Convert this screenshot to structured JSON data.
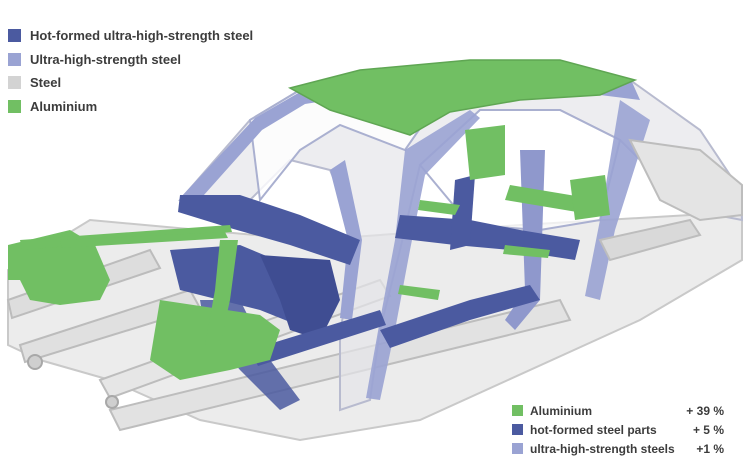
{
  "colors": {
    "hot_formed": "#4b5aa0",
    "ultra_high": "#9aa3d3",
    "steel": "#d3d3d3",
    "aluminium": "#71bf63"
  },
  "legend": {
    "items": [
      {
        "label": "Hot-formed ultra-high-strength steel",
        "color": "#4b5aa0"
      },
      {
        "label": "Ultra-high-strength steel",
        "color": "#9aa3d3"
      },
      {
        "label": "Steel",
        "color": "#d3d3d3"
      },
      {
        "label": "Aluminium",
        "color": "#71bf63"
      }
    ]
  },
  "stats": {
    "rows": [
      {
        "label": "Aluminium",
        "value": "+ 39 %",
        "color": "#71bf63"
      },
      {
        "label": "hot-formed steel parts",
        "value": "+ 5 %",
        "color": "#4b5aa0"
      },
      {
        "label": "ultra-high-strength steels",
        "value": "+1 %",
        "color": "#9aa3d3"
      }
    ]
  }
}
